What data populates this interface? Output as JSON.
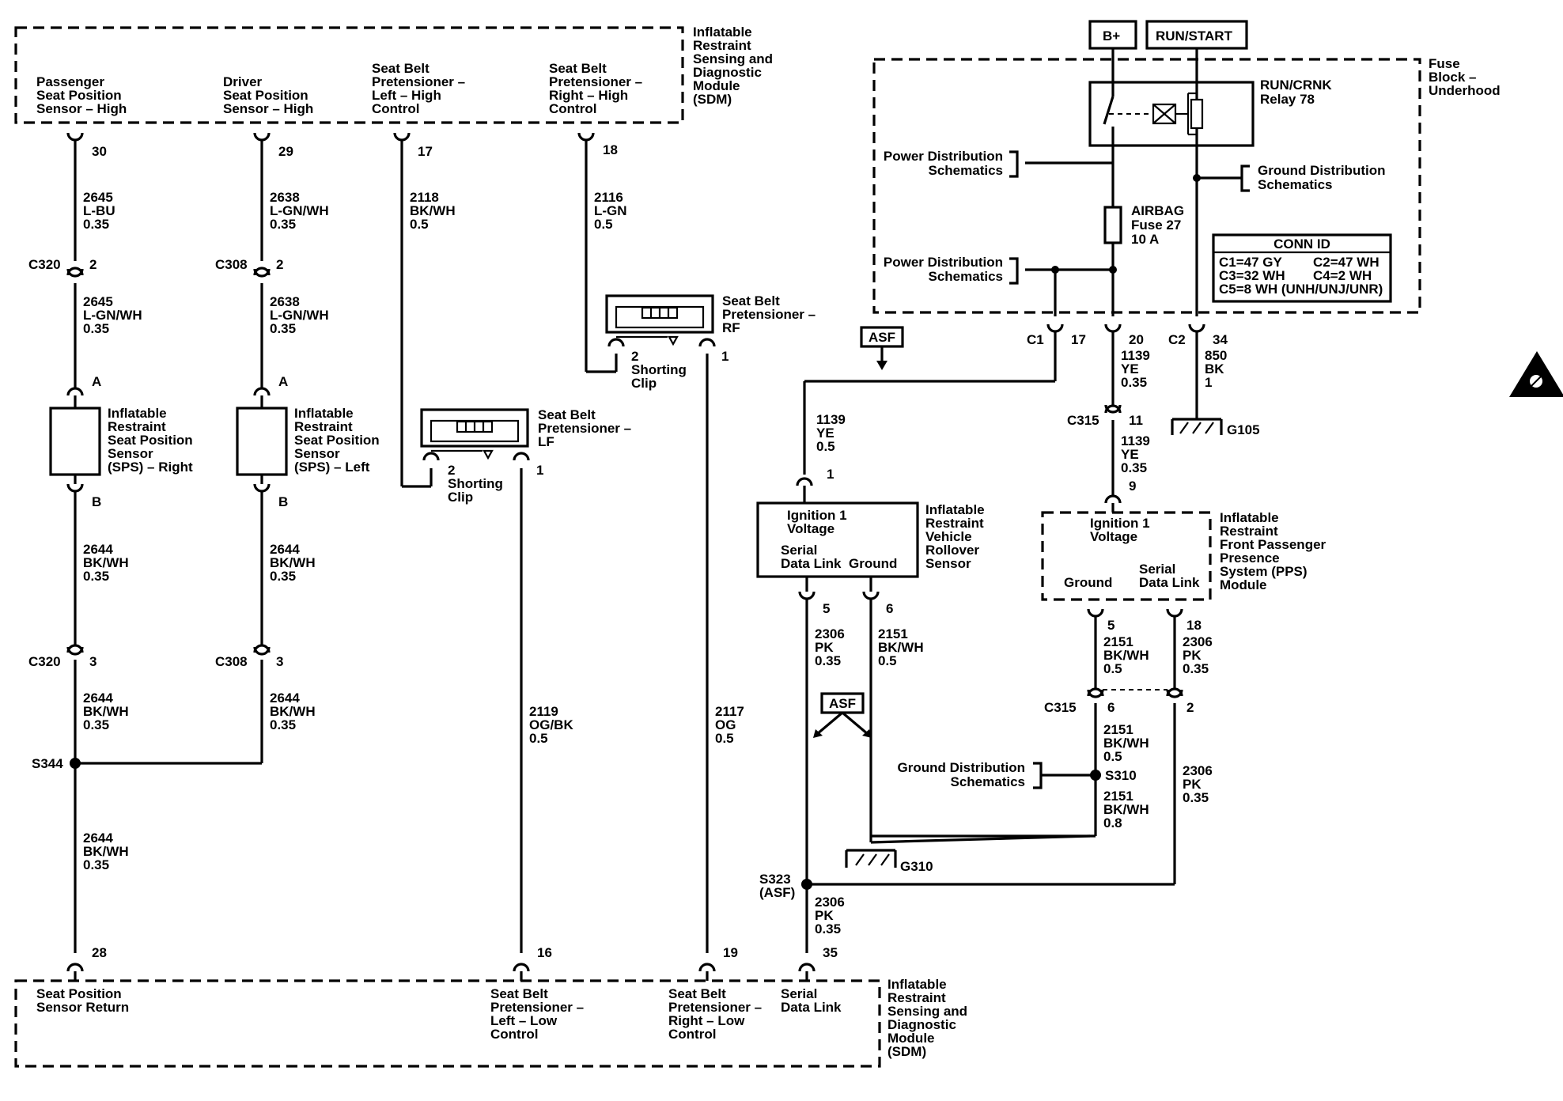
{
  "modules": {
    "sdm_top": [
      "Inflatable",
      "Restraint",
      "Sensing and",
      "Diagnostic",
      "Module",
      "(SDM)"
    ],
    "sdm_bottom": [
      "Inflatable",
      "Restraint",
      "Sensing and",
      "Diagnostic",
      "Module",
      "(SDM)"
    ],
    "fuse_block": [
      "Fuse",
      "Block –",
      "Underhood"
    ],
    "rollover": [
      "Inflatable",
      "Restraint",
      "Vehicle",
      "Rollover",
      "Sensor"
    ],
    "pps": [
      "Inflatable",
      "Restraint",
      "Front Passenger",
      "Presence",
      "System (PPS)",
      "Module"
    ],
    "sps_right": [
      "Inflatable",
      "Restraint",
      "Seat Position",
      "Sensor",
      "(SPS) – Right"
    ],
    "sps_left": [
      "Inflatable",
      "Restraint",
      "Seat Position",
      "Sensor",
      "(SPS) – Left"
    ],
    "pret_rf": [
      "Seat Belt",
      "Pretensioner –",
      "RF"
    ],
    "pret_lf": [
      "Seat Belt",
      "Pretensioner –",
      "LF"
    ]
  },
  "sdm_top_pins": [
    {
      "lines": [
        "Passenger",
        "Seat Position",
        "Sensor – High"
      ],
      "pin": "30"
    },
    {
      "lines": [
        "Driver",
        "Seat Position",
        "Sensor – High"
      ],
      "pin": "29"
    },
    {
      "lines": [
        "Seat Belt",
        "Pretensioner –",
        "Left – High",
        "Control"
      ],
      "pin": "17"
    },
    {
      "lines": [
        "Seat Belt",
        "Pretensioner –",
        "Right – High",
        "Control"
      ],
      "pin": "18"
    }
  ],
  "sdm_bottom_pins": [
    {
      "lines": [
        "Seat Position",
        "Sensor Return"
      ],
      "pin": "28"
    },
    {
      "lines": [
        "Seat Belt",
        "Pretensioner –",
        "Left – Low",
        "Control"
      ],
      "pin": "16"
    },
    {
      "lines": [
        "Seat Belt",
        "Pretensioner –",
        "Right – Low",
        "Control"
      ],
      "pin": "19"
    },
    {
      "lines": [
        "Serial",
        "Data Link"
      ],
      "pin": "35"
    }
  ],
  "power": {
    "bplus": "B+",
    "runstart": "RUN/START"
  },
  "relay": {
    "lines": [
      "RUN/CRNK",
      "Relay 78"
    ]
  },
  "fuse": {
    "lines": [
      "AIRBAG",
      "Fuse 27",
      "10 A"
    ]
  },
  "conn_id": {
    "title": "CONN ID",
    "rows": [
      [
        "C1=47 GY",
        "C2=47 WH"
      ],
      [
        "C3=32 WH",
        "C4=2 WH"
      ],
      [
        "C5=8 WH (UNH/UNJ/UNR)",
        ""
      ]
    ]
  },
  "schematic_refs": {
    "power_dist_1": [
      "Power Distribution",
      "Schematics"
    ],
    "power_dist_2": [
      "Power Distribution",
      "Schematics"
    ],
    "ground_dist_1": [
      "Ground Distribution",
      "Schematics"
    ],
    "ground_dist_2": [
      "Ground Distribution",
      "Schematics"
    ]
  },
  "wires": {
    "w2645a": [
      "2645",
      "L-BU",
      "0.35"
    ],
    "w2645b": [
      "2645",
      "L-GN/WH",
      "0.35"
    ],
    "w2638a": [
      "2638",
      "L-GN/WH",
      "0.35"
    ],
    "w2638b": [
      "2638",
      "L-GN/WH",
      "0.35"
    ],
    "w2118": [
      "2118",
      "BK/WH",
      "0.5"
    ],
    "w2116": [
      "2116",
      "L-GN",
      "0.5"
    ],
    "w2644a": [
      "2644",
      "BK/WH",
      "0.35"
    ],
    "w2644b": [
      "2644",
      "BK/WH",
      "0.35"
    ],
    "w2644c": [
      "2644",
      "BK/WH",
      "0.35"
    ],
    "w2644d": [
      "2644",
      "BK/WH",
      "0.35"
    ],
    "w2644e": [
      "2644",
      "BK/WH",
      "0.35"
    ],
    "w2119": [
      "2119",
      "OG/BK",
      "0.5"
    ],
    "w2117": [
      "2117",
      "OG",
      "0.5"
    ],
    "w1139a": [
      "1139",
      "YE",
      "0.5"
    ],
    "w1139b": [
      "1139",
      "YE",
      "0.35"
    ],
    "w1139c": [
      "1139",
      "YE",
      "0.35"
    ],
    "w850": [
      "850",
      "BK",
      "1"
    ],
    "w2306a": [
      "2306",
      "PK",
      "0.35"
    ],
    "w2151a": [
      "2151",
      "BK/WH",
      "0.5"
    ],
    "w2151b": [
      "2151",
      "BK/WH",
      "0.5"
    ],
    "w2306b": [
      "2306",
      "PK",
      "0.35"
    ],
    "w2151c": [
      "2151",
      "BK/WH",
      "0.5"
    ],
    "w2306c": [
      "2306",
      "PK",
      "0.35"
    ],
    "w2151d": [
      "2151",
      "BK/WH",
      "0.8"
    ],
    "w2306d": [
      "2306",
      "PK",
      "0.35"
    ]
  },
  "connectors": {
    "c320a": "C320",
    "c308a": "C308",
    "c320b": "C320",
    "c308b": "C308",
    "c1": "C1",
    "c2": "C2",
    "c315a": "C315",
    "c315b": "C315"
  },
  "pins": {
    "p2a": "2",
    "p2b": "2",
    "pA1": "A",
    "pA2": "A",
    "pB1": "B",
    "pB2": "B",
    "p3a": "3",
    "p3b": "3",
    "p17": "17",
    "p20": "20",
    "p34": "34",
    "p11": "11",
    "p9": "9",
    "p1rv": "1",
    "p5rv": "5",
    "p6rv": "6",
    "p5pps": "5",
    "p18pps": "18",
    "p6c": "6",
    "p2c": "2",
    "p1lf": "1",
    "p2lf": "2",
    "p1rf": "1",
    "p2rf": "2"
  },
  "splices": {
    "s344": "S344",
    "s310": "S310",
    "s323": [
      "S323",
      "(ASF)"
    ]
  },
  "grounds": {
    "g105": "G105",
    "g310": "G310"
  },
  "shorting_clip": [
    "Shorting",
    "Clip"
  ],
  "asf": "ASF",
  "rollover_pins": {
    "ign": [
      "Ignition 1",
      "Voltage"
    ],
    "sdl": [
      "Serial",
      "Data Link"
    ],
    "gnd": "Ground"
  },
  "pps_pins": {
    "ign": [
      "Ignition 1",
      "Voltage"
    ],
    "gnd": "Ground",
    "sdl": [
      "Serial",
      "Data Link"
    ]
  }
}
